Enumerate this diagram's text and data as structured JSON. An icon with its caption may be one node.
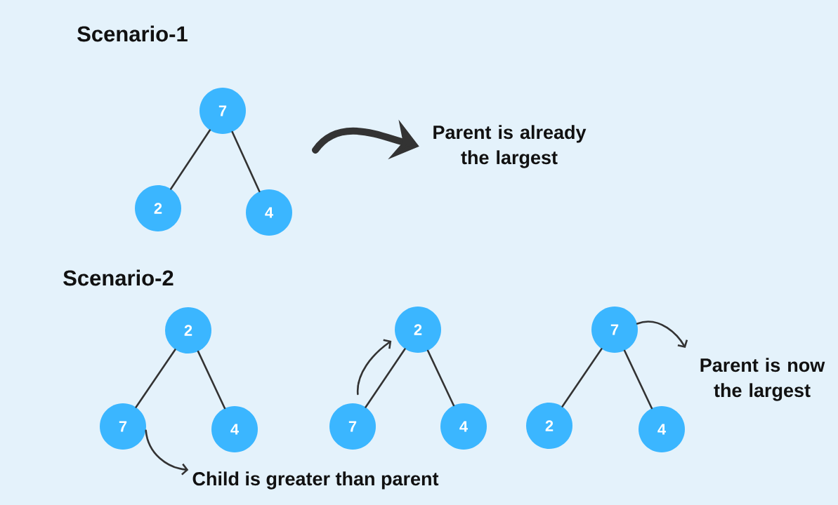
{
  "diagram": {
    "nodes": [
      {
        "text": [
          "7"
        ]
      },
      {
        "text": [
          "Parent is already the largest"
        ]
      },
      {
        "text": [
          "2"
        ]
      },
      {
        "text": [
          "4"
        ]
      },
      {
        "text": [
          "2"
        ]
      },
      {
        "text": [
          "2"
        ]
      },
      {
        "text": [
          "7"
        ]
      },
      {
        "text": [
          "Parent is now the largest"
        ]
      },
      {
        "text": [
          "7"
        ]
      },
      {
        "text": [
          "4"
        ]
      },
      {
        "text": [
          "7"
        ]
      },
      {
        "text": [
          "4"
        ]
      },
      {
        "text": [
          "2"
        ]
      },
      {
        "text": [
          "4"
        ]
      },
      {
        "text": [
          "Child is greater than parent"
        ]
      }
    ],
    "edges": [
      {
        "from": 0,
        "to": 2,
        "arrow": "none"
      },
      {
        "from": 0,
        "to": 3,
        "arrow": "none"
      },
      {
        "from": null,
        "to": 1,
        "arrow": "to",
        "style": "thick"
      },
      {
        "from": 4,
        "to": 8,
        "arrow": "none"
      },
      {
        "from": 4,
        "to": 9,
        "arrow": "none"
      },
      {
        "from": 8,
        "to": 14,
        "arrow": "to"
      },
      {
        "from": 5,
        "to": 10,
        "arrow": "none"
      },
      {
        "from": 5,
        "to": 11,
        "arrow": "none"
      },
      {
        "from": 10,
        "to": 5,
        "arrow": "to"
      },
      {
        "from": 6,
        "to": 12,
        "arrow": "none"
      },
      {
        "from": 6,
        "to": 13,
        "arrow": "none"
      },
      {
        "from": 6,
        "to": 7,
        "arrow": "to"
      }
    ],
    "labels": [
      "Scenario-1",
      "Scenario-2"
    ]
  }
}
